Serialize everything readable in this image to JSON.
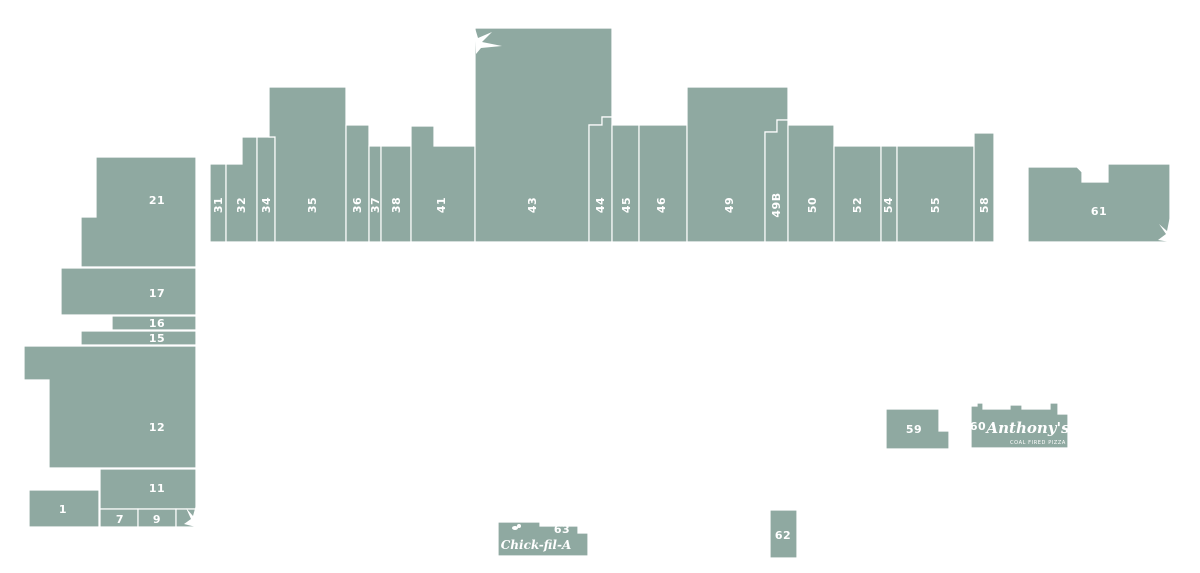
{
  "map": {
    "fill_color": "#8fa9a1",
    "background": "#ffffff",
    "units": {
      "u1": "1",
      "u7": "7",
      "u9": "9",
      "u11": "11",
      "u12": "12",
      "u15": "15",
      "u16": "16",
      "u17": "17",
      "u21": "21",
      "u31": "31",
      "u32": "32",
      "u34": "34",
      "u35": "35",
      "u36": "36",
      "u37": "37",
      "u38": "38",
      "u41": "41",
      "u43": "43",
      "u44": "44",
      "u45": "45",
      "u46": "46",
      "u49": "49",
      "u49b": "49B",
      "u50": "50",
      "u52": "52",
      "u54": "54",
      "u55": "55",
      "u58": "58",
      "u59": "59",
      "u60": "60",
      "u61": "61",
      "u62": "62",
      "u63": "63"
    },
    "logos": {
      "anthonys_name": "Anthony's",
      "anthonys_tagline": "COAL FIRED PIZZA",
      "chickfila_name": "Chick-fil-A"
    }
  }
}
